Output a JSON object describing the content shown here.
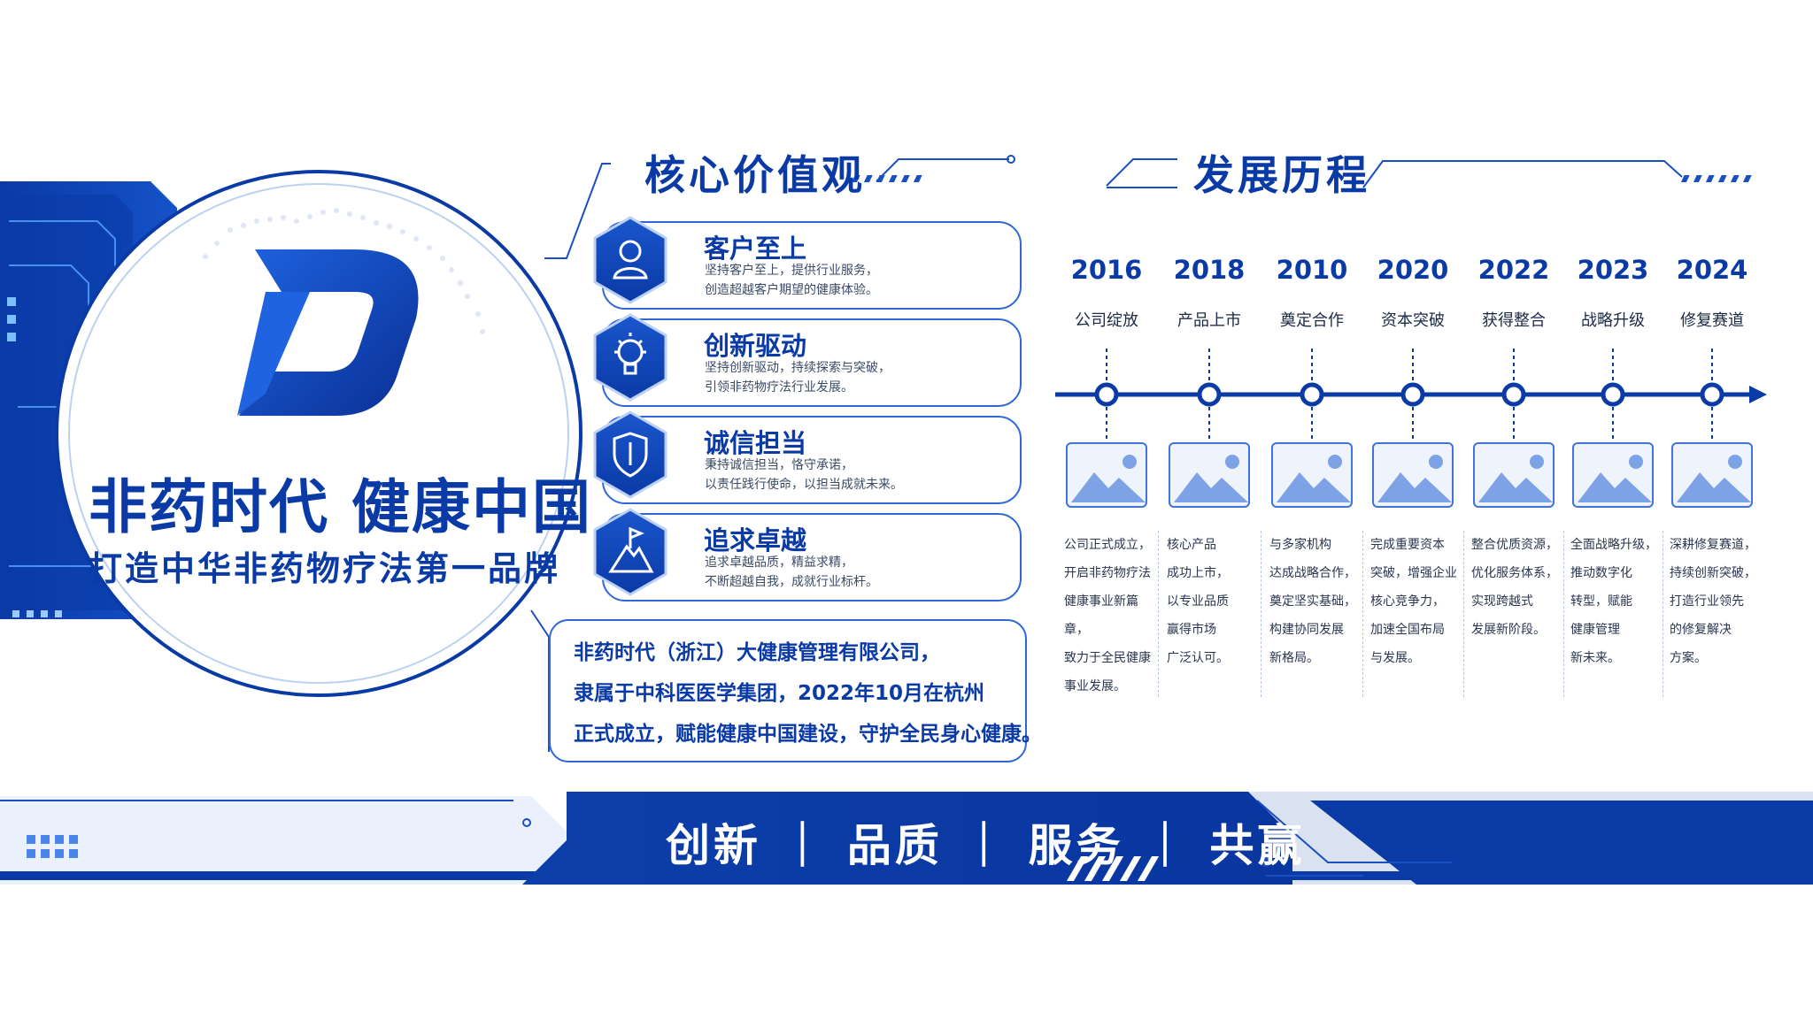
{
  "emblem": {
    "logo_letter": "D",
    "slogan": "非药时代  健康中国",
    "tagline": "打造中华非药物疗法第一品牌"
  },
  "values": {
    "title": "核心价值观",
    "items": [
      {
        "icon": "customer-icon",
        "title": "客户至上",
        "line1": "坚持客户至上，提供行业服务，",
        "line2": "创造超越客户期望的健康体验。"
      },
      {
        "icon": "lightbulb-icon",
        "title": "创新驱动",
        "line1": "坚持创新驱动，持续探索与突破，",
        "line2": "引领非药物疗法行业发展。"
      },
      {
        "icon": "shield-icon",
        "title": "诚信担当",
        "line1": "秉持诚信担当，恪守承诺，",
        "line2": "以责任践行使命，以担当成就未来。"
      },
      {
        "icon": "mountain-flag-icon",
        "title": "追求卓越",
        "line1": "追求卓越品质，精益求精，",
        "line2": "不断超越自我，成就行业标杆。"
      }
    ]
  },
  "intro": {
    "line1": "非药时代（浙江）大健康管理有限公司，",
    "line2": "隶属于中科医医学集团，2022年10月在杭州",
    "line3": "正式成立，赋能健康中国建设，守护全民身心健康。"
  },
  "history": {
    "title": "发展历程",
    "items": [
      {
        "year": "2016",
        "label": "公司绽放",
        "desc": [
          "公司正式成立，",
          "开启非药物疗法",
          "健康事业新篇章，",
          "致力于全民健康",
          "事业发展。"
        ]
      },
      {
        "year": "2018",
        "label": "产品上市",
        "desc": [
          "核心产品",
          "成功上市，",
          "以专业品质",
          "赢得市场",
          "广泛认可。"
        ]
      },
      {
        "year": "2010",
        "label": "奠定合作",
        "desc": [
          "与多家机构",
          "达成战略合作，",
          "奠定坚实基础，",
          "构建协同发展",
          "新格局。"
        ]
      },
      {
        "year": "2020",
        "label": "资本突破",
        "desc": [
          "完成重要资本",
          "突破，增强企业",
          "核心竞争力，",
          "加速全国布局",
          "与发展。"
        ]
      },
      {
        "year": "2022",
        "label": "获得整合",
        "desc": [
          "整合优质资源，",
          "优化服务体系，",
          "实现跨越式",
          "发展新阶段。"
        ]
      },
      {
        "year": "2023",
        "label": "战略升级",
        "desc": [
          "全面战略升级，",
          "推动数字化",
          "转型，赋能",
          "健康管理",
          "新未来。"
        ]
      },
      {
        "year": "2024",
        "label": "修复赛道",
        "desc": [
          "深耕修复赛道，",
          "持续创新突破，",
          "打造行业领先",
          "的修复解决",
          "方案。"
        ]
      }
    ]
  },
  "banner": {
    "text": "创新 ｜ 品质 ｜ 服务 ｜ 共赢"
  },
  "colors": {
    "primary": "#0a3aa6",
    "accent": "#2f68d6",
    "light": "#eef3fc"
  }
}
